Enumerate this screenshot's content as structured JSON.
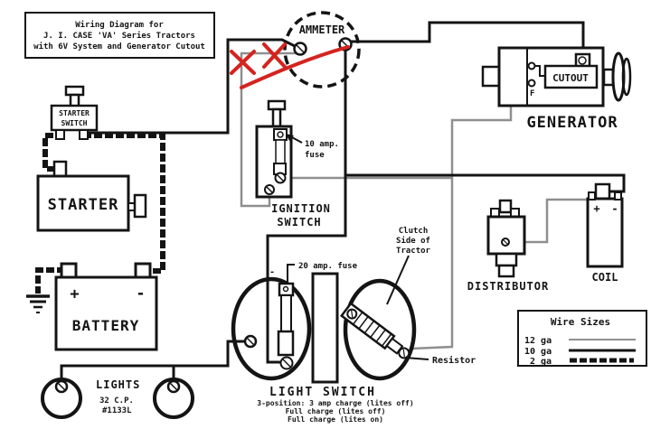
{
  "title": {
    "lines": [
      "Wiring Diagram for",
      "J. I. CASE 'VA' Series Tractors",
      "with 6V System and Generator Cutout"
    ]
  },
  "components": {
    "ammeter": {
      "label": "AMMETER"
    },
    "starter_switch": {
      "lines": [
        "STARTER",
        "SWITCH"
      ]
    },
    "starter": {
      "label": "STARTER"
    },
    "battery": {
      "label": "BATTERY",
      "plus": "+",
      "minus": "-"
    },
    "ignition_switch": {
      "label_lines": [
        "IGNITION",
        "SWITCH"
      ],
      "fuse_lines": [
        "10 amp.",
        "fuse"
      ]
    },
    "light_switch": {
      "label": "LIGHT SWITCH",
      "fuse_label": "20 amp. fuse",
      "minus": "-",
      "caption_lines": [
        "3-position: 3 amp charge (lites off)",
        "Full charge (lites off)",
        "Full charge (lites on)"
      ],
      "clutch_lines": [
        "Clutch",
        "Side of",
        "Tractor"
      ],
      "resistor_label": "Resistor"
    },
    "lights": {
      "label": "LIGHTS",
      "candlepower": "32 C.P.",
      "bulb": "#1133L"
    },
    "generator": {
      "label": "GENERATOR",
      "cutout": "CUTOUT",
      "field_terminal": "F"
    },
    "distributor": {
      "label": "DISTRIBUTOR"
    },
    "coil": {
      "label": "COIL",
      "plus": "+",
      "minus": "-"
    }
  },
  "legend": {
    "title": "Wire Sizes",
    "entries": [
      {
        "gauge": "12 ga"
      },
      {
        "gauge": "10 ga"
      },
      {
        "gauge": "2 ga"
      }
    ]
  },
  "colors": {
    "wire_black": "#141414",
    "wire_gray": "#8f8f8f",
    "annotation_red": "#d42420",
    "background": "#ffffff"
  }
}
